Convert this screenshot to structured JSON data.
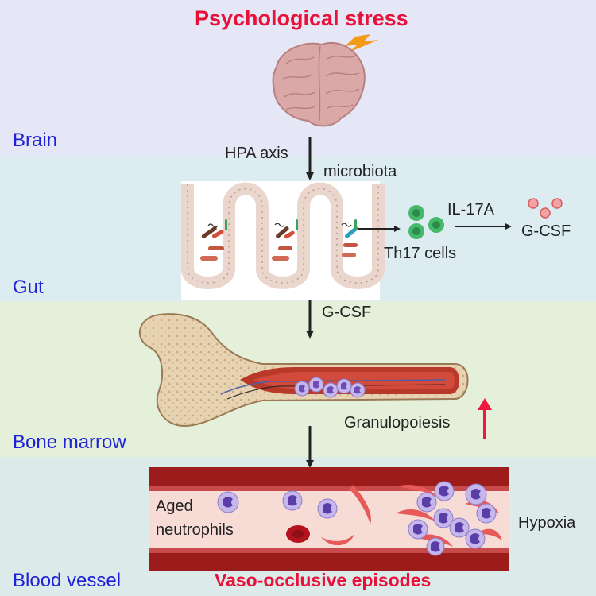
{
  "title": "Psychological  stress",
  "regions": {
    "brain": "Brain",
    "gut": "Gut",
    "bone_marrow": "Bone marrow",
    "blood_vessel": "Blood vessel"
  },
  "labels": {
    "hpa_axis": "HPA axis",
    "microbiota": "microbiota",
    "th17_cells": "Th17 cells",
    "il17a": "IL-17A",
    "gcsf_right": "G-CSF",
    "gcsf_arrow": "G-CSF",
    "granulopoiesis": "Granulopoiesis",
    "aged_line1": "Aged",
    "aged_line2": "neutrophils",
    "hypoxia": "Hypoxia",
    "voe": "Vaso-occlusive episodes"
  },
  "colors": {
    "title_red": "#e8113a",
    "region_blue": "#1e22d6",
    "up_arrow": "#f0183f"
  }
}
